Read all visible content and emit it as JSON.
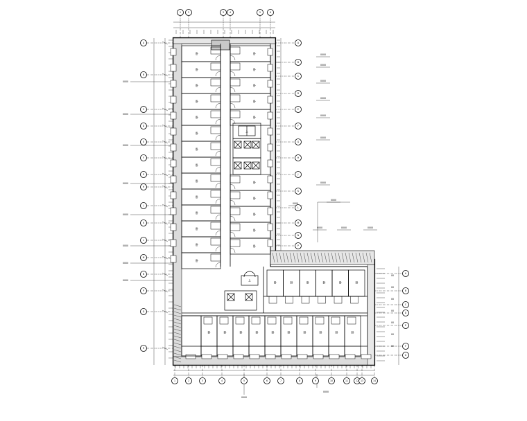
{
  "drawing": {
    "room_tag": "卧",
    "stair_tag": "上",
    "axis_top": [
      "1",
      "2",
      "3",
      "4",
      "5",
      "6"
    ],
    "axis_left": [
      "A",
      "B",
      "C",
      "D",
      "E",
      "F",
      "G",
      "H",
      "J",
      "K",
      "L",
      "M",
      "N",
      "P",
      "Q",
      "R"
    ],
    "axis_right": [
      "A",
      "B",
      "C",
      "D",
      "E",
      "F",
      "G",
      "H",
      "J",
      "K",
      "L",
      "M",
      "N",
      "P"
    ],
    "axis_bottom": [
      "1",
      "2",
      "3",
      "4",
      "5",
      "6",
      "7",
      "8",
      "9",
      "10",
      "11",
      "12",
      "13",
      "14"
    ],
    "axis_lower_right": [
      "A",
      "B",
      "C",
      "D",
      "E",
      "F",
      "G"
    ],
    "callouts_left": [
      "0000",
      "0000",
      "0000",
      "0000",
      "0000",
      "0000",
      "0000",
      "0000"
    ],
    "callouts_right": [
      "0000",
      "0000",
      "0000",
      "0000",
      "0000",
      "0000",
      "0000",
      "0000",
      "0000",
      "0000",
      "0000",
      "0000"
    ],
    "callout_bottom_left": "0000",
    "callout_bottom_right": "0000",
    "wing_bay_dims": [
      "00",
      "00",
      "00",
      "00",
      "00",
      "00",
      "00"
    ]
  }
}
